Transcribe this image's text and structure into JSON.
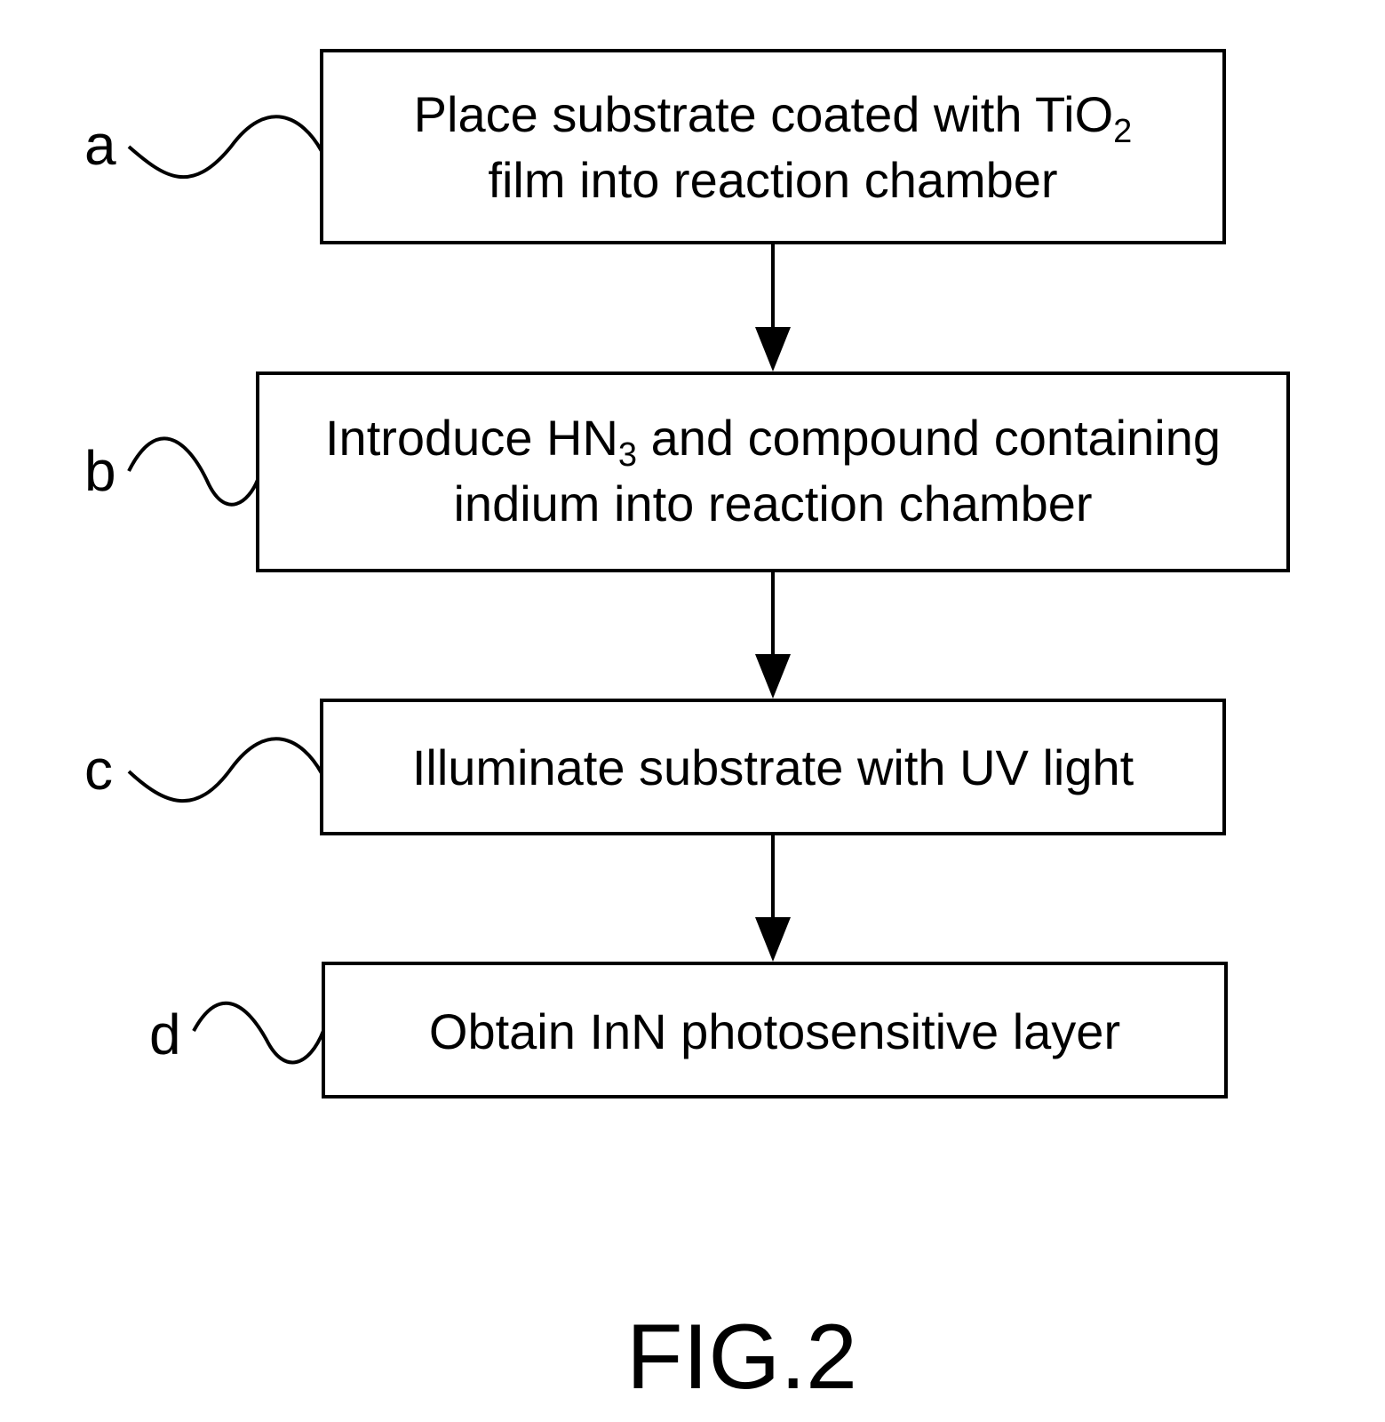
{
  "steps": [
    {
      "id": "a",
      "line1": {
        "pre": "Place substrate coated with TiO",
        "sub": "2",
        "post": ""
      },
      "line2": "film into reaction chamber"
    },
    {
      "id": "b",
      "line1": {
        "pre": "Introduce HN",
        "sub": "3",
        "post": " and compound containing"
      },
      "line2": "indium into reaction chamber"
    },
    {
      "id": "c",
      "line1": {
        "pre": "Illuminate substrate with UV light",
        "sub": "",
        "post": ""
      },
      "line2": ""
    },
    {
      "id": "d",
      "line1": {
        "pre": "Obtain InN photosensitive layer",
        "sub": "",
        "post": ""
      },
      "line2": ""
    }
  ],
  "figure_label": "FIG.2"
}
